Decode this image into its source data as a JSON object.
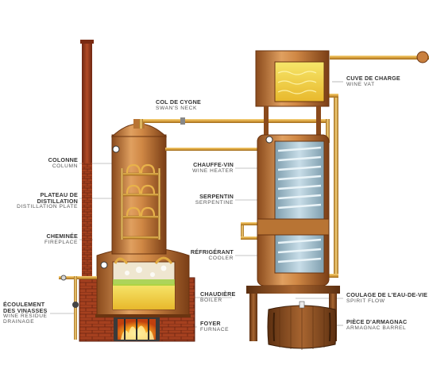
{
  "colors": {
    "copper": "#c9803f",
    "copper_dark": "#8a4a1c",
    "brick": "#9c3a1e",
    "pipe": "#e0a940",
    "liquid": "#f2d84a",
    "water": "#a9c7d6",
    "wood": "#8a5022",
    "fire": "#f39a1f",
    "leader": "#8c8c8c"
  },
  "labels": {
    "colonne": {
      "fr": "COLONNE",
      "en": "COLUMN"
    },
    "plateau": {
      "fr": "PLATEAU DE DISTILLATION",
      "en": "DISTILLATION PLATE"
    },
    "cheminee": {
      "fr": "CHEMINÉE",
      "en": "FIREPLACE"
    },
    "ecoulement": {
      "fr1": "ÉCOULEMENT",
      "fr2": "DES VINASSES",
      "en1": "WINE RESIDUE",
      "en2": "DRAINAGE"
    },
    "col_cygne": {
      "fr": "COL DE CYGNE",
      "en": "SWAN'S NECK"
    },
    "chauffe_vin": {
      "fr": "CHAUFFE-VIN",
      "en": "WINE HEATER"
    },
    "serpentin": {
      "fr": "SERPENTIN",
      "en": "SERPENTINE"
    },
    "refrigerant": {
      "fr": "RÉFRIGÉRANT",
      "en": "COOLER"
    },
    "chaudiere": {
      "fr": "CHAUDIÈRE",
      "en": "BOILER"
    },
    "foyer": {
      "fr": "FOYER",
      "en": "FURNACE"
    },
    "cuve": {
      "fr": "CUVE DE CHARGE",
      "en": "WINE VAT"
    },
    "coulage": {
      "fr": "COULAGE DE L'EAU-DE-VIE",
      "en": "SPIRIT FLOW"
    },
    "piece": {
      "fr": "PIÈCE D'ARMAGNAC",
      "en": "ARMAGNAC BARREL"
    }
  }
}
